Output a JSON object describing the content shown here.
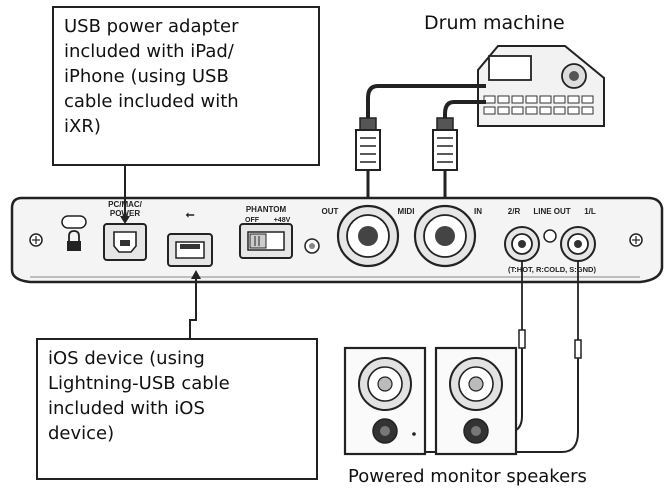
{
  "callouts": {
    "usb_power": {
      "lines": [
        "USB power adapter",
        "included with iPad/",
        "iPhone (using USB",
        "cable included with",
        "iXR)"
      ]
    },
    "ios_device": {
      "lines": [
        "iOS device (using",
        "Lightning-USB cable",
        "included with iOS",
        "device)"
      ]
    }
  },
  "labels": {
    "drum_machine": "Drum machine",
    "monitors": "Powered monitor speakers"
  },
  "panel": {
    "pc_mac_power": [
      "PC/MAC/",
      "POWER"
    ],
    "usb_symbol": "⭠",
    "phantom": "PHANTOM",
    "off": "OFF",
    "plus48v": "+48V",
    "out": "OUT",
    "midi": "MIDI",
    "in": "IN",
    "line_out_2r": "2/R",
    "line_out": "LINE OUT",
    "line_out_1l": "1/L",
    "line_out_spec": "(T:HOT, R:COLD, S:GND)"
  },
  "colors": {
    "ink": "#222222",
    "panel_fill": "#f4f4f4",
    "port_fill": "#e6e6e6"
  }
}
